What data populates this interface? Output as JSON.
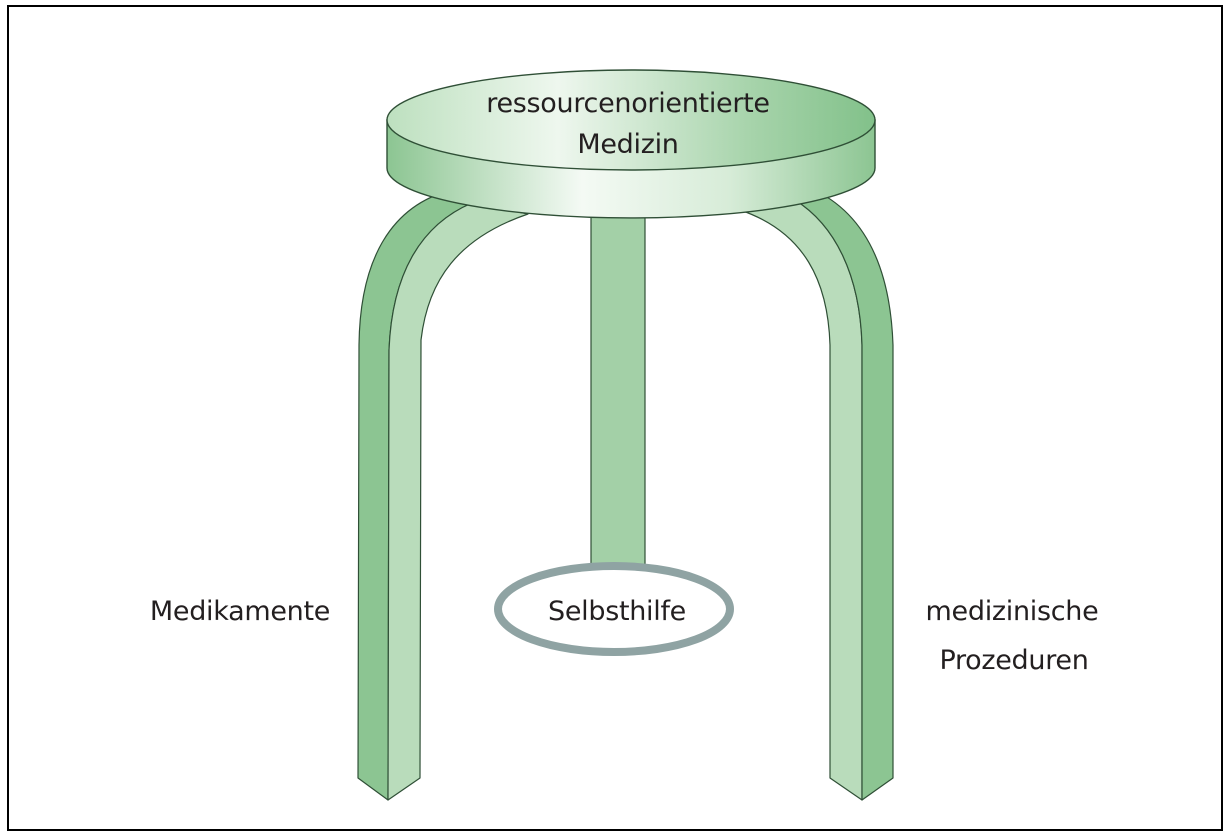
{
  "diagram": {
    "seat_label": [
      "ressourcenorientierte",
      "Medizin"
    ],
    "legs": {
      "left": [
        "Medikamente"
      ],
      "center": [
        "Selbsthilfe"
      ],
      "right": [
        "medizinische",
        "Prozeduren"
      ]
    },
    "highlighted_leg": "center",
    "colors": {
      "leg_light": "#b9dcbb",
      "leg_mid": "#a3d0a7",
      "leg_dark": "#8cc592",
      "seat_top_light": "#e9f5ea",
      "seat_top_dark": "#86c38d",
      "outline": "#2f4f36",
      "highlight_ring": "#8fa3a3",
      "border": "#000000"
    }
  }
}
